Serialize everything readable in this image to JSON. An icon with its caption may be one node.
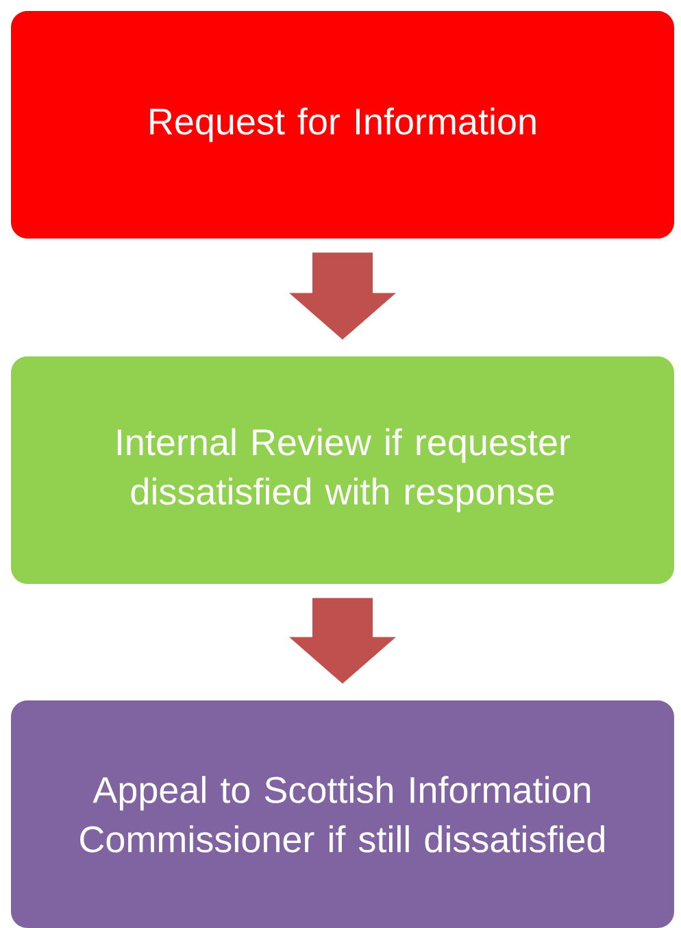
{
  "diagram": {
    "nodes": [
      {
        "text": [
          "Request for Information"
        ]
      },
      {
        "text": [
          "Internal Review if requester dissatisfied with response"
        ]
      },
      {
        "text": [
          "Appeal to Scottish Information Commissioner if still dissatisfied"
        ]
      }
    ],
    "edges": [
      {
        "from": 0,
        "to": 1,
        "arrow": "to"
      },
      {
        "from": 1,
        "to": 2,
        "arrow": "to"
      }
    ]
  }
}
